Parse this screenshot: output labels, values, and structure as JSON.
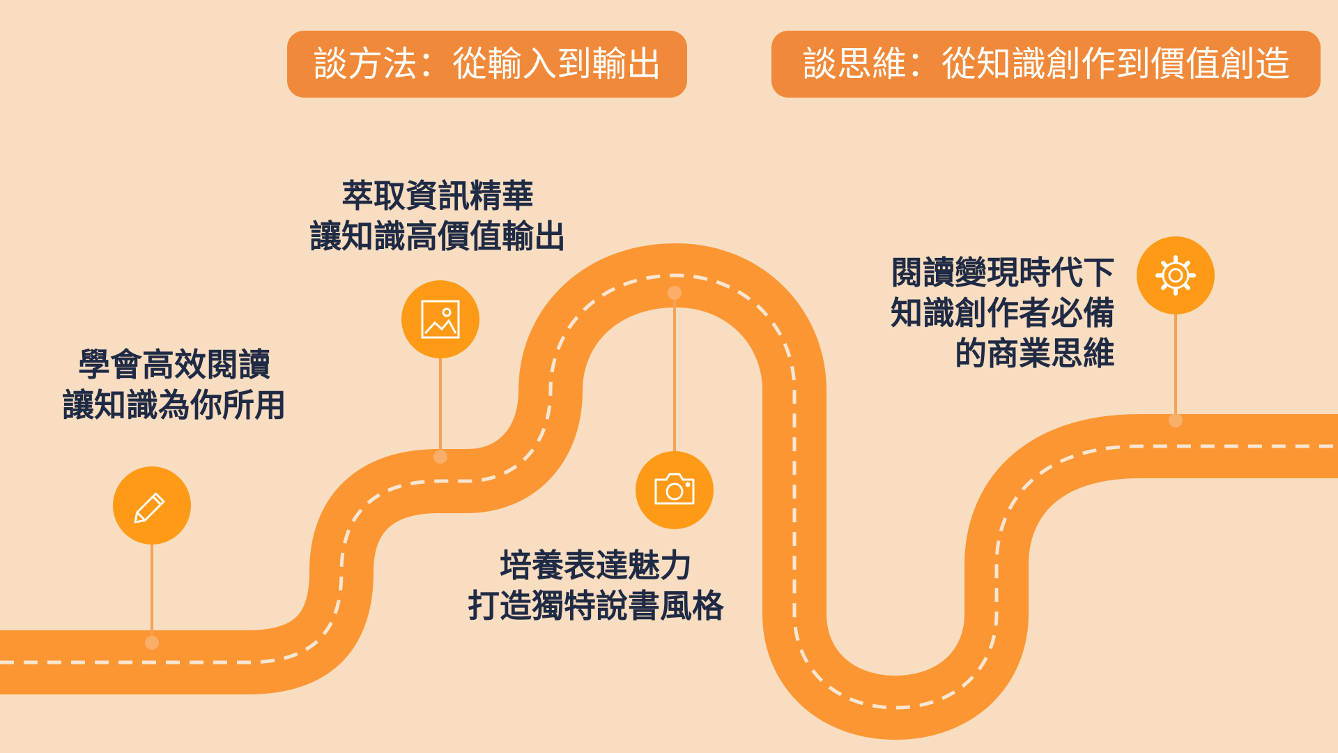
{
  "headers": {
    "method": "談方法：從輸入到輸出",
    "mindset": "談思維：從知識創作到價值創造"
  },
  "milestones": [
    {
      "icon": "pencil-icon",
      "lines": [
        "學會高效閱讀",
        "讓知識為你所用"
      ]
    },
    {
      "icon": "image-icon",
      "lines": [
        "萃取資訊精華",
        "讓知識高價值輸出"
      ]
    },
    {
      "icon": "camera-icon",
      "lines": [
        "培養表達魅力",
        "打造獨特說書風格"
      ]
    },
    {
      "icon": "gear-icon",
      "lines": [
        "閱讀變現時代下",
        "知識創作者必備",
        "的商業思維"
      ]
    }
  ],
  "colors": {
    "background": "#F8DDC0",
    "road": "#FB9632",
    "header": "#F08A3A",
    "icon_circle": "#FF9A16",
    "connector": "#F6A154",
    "text": "#1F2A44"
  }
}
